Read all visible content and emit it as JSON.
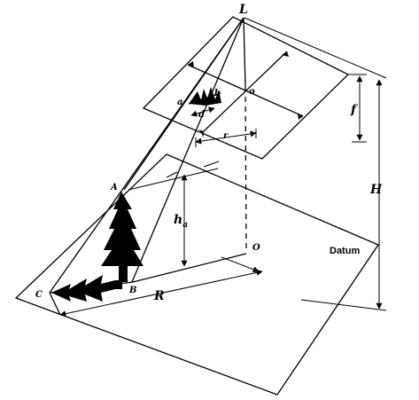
{
  "labels": {
    "L": "L",
    "o": "o",
    "a": "a",
    "b": "b",
    "d": "d",
    "r": "r",
    "f": "f",
    "H": "H",
    "A": "A",
    "ha_main": "h",
    "ha_sub": "a",
    "O": "O",
    "datum": "Datum",
    "B": "B",
    "C": "C",
    "R": "R"
  }
}
